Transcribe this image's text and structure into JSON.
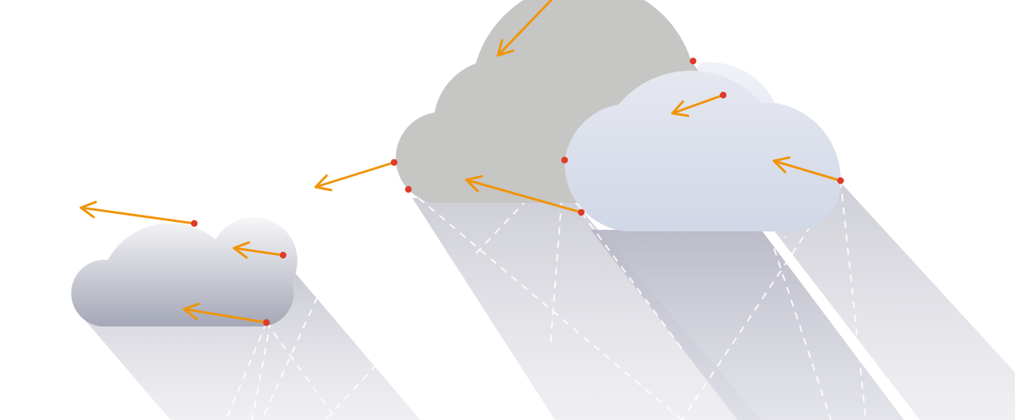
{
  "diagram": {
    "description_text": "",
    "colors": {
      "background": "#ffffff",
      "arrow": "#f0940a",
      "point": "#e03a2a",
      "dashed_ray": "#ffffff",
      "shadow": "#b9b9c6",
      "cloud_large_gray": "#c6c6c4",
      "cloud_light_top": "#eef0f7",
      "cloud_light_bottom": "#d3d9e8",
      "cloud_small_top": "#f6f6f8",
      "cloud_small_bottom": "#a6a9b8"
    },
    "icons": {
      "arrow": "arrow-left-icon",
      "point": "dot-icon",
      "cloud": "cloud-icon"
    },
    "clouds": [
      {
        "name": "small-cloud"
      },
      {
        "name": "large-gray-cloud"
      },
      {
        "name": "light-blue-cloud-back"
      },
      {
        "name": "light-blue-cloud-front"
      }
    ],
    "arrow_count": 8,
    "point_count": 9
  }
}
